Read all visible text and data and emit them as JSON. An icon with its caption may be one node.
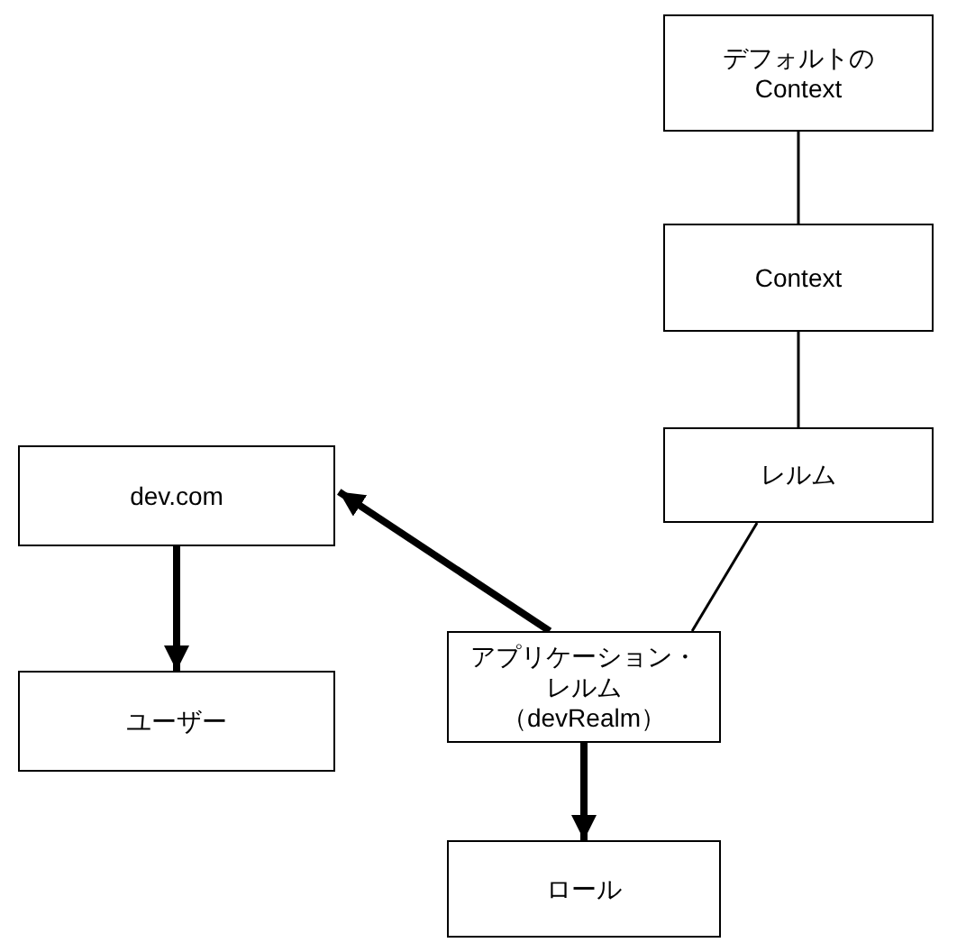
{
  "diagram": {
    "nodes": [
      {
        "text": [
          "デフォルトの Context"
        ]
      },
      {
        "text": [
          "Context"
        ]
      },
      {
        "text": [
          "レルム"
        ]
      },
      {
        "text": [
          "dev.com"
        ]
      },
      {
        "text": [
          "ユーザー"
        ]
      },
      {
        "text": [
          "アプリケーション・レルム",
          "（devRealm）"
        ]
      },
      {
        "text": [
          "ロール"
        ]
      }
    ],
    "edges": [
      {
        "from": 0,
        "to": 1,
        "arrow": "none"
      },
      {
        "from": 1,
        "to": 2,
        "arrow": "none"
      },
      {
        "from": 2,
        "to": 5,
        "arrow": "none"
      },
      {
        "from": 5,
        "to": 3,
        "arrow": "to",
        "style": "thick"
      },
      {
        "from": 3,
        "to": 4,
        "arrow": "to",
        "style": "thick"
      },
      {
        "from": 5,
        "to": 6,
        "arrow": "to",
        "style": "thick"
      }
    ]
  }
}
